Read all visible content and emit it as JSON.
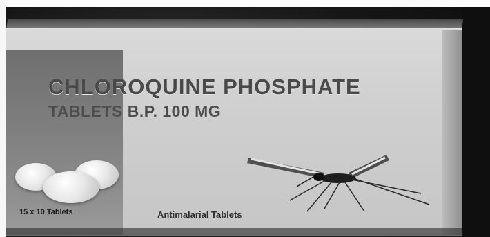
{
  "box": {
    "title": "CHLOROQUINE PHOSPHATE",
    "subtitle": "TABLETS B.P. 100 MG",
    "pack_size": "15 x 10 Tablets",
    "tagline": "Antimalarial Tablets"
  },
  "colors": {
    "background": "#161616",
    "box": "#cfcfcf",
    "panel": "#7c7c7c",
    "text": "#4a4a4a"
  }
}
